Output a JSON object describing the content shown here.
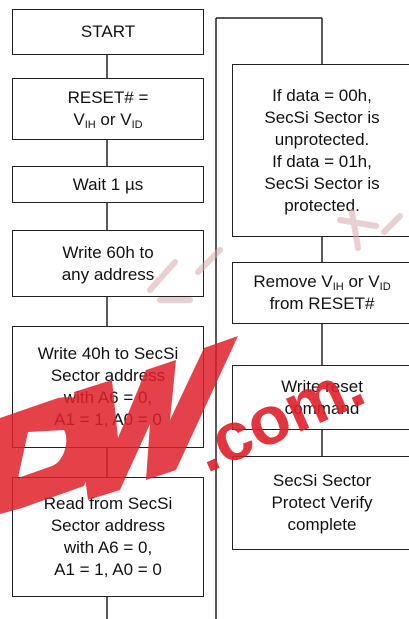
{
  "flowchart": {
    "left_steps": [
      {
        "lines": [
          "START"
        ]
      },
      {
        "lines": [
          "RESET# ="
        ],
        "vline": {
          "a": "V",
          "a_sub": "IH",
          "or": " or ",
          "b": "V",
          "b_sub": "ID"
        }
      },
      {
        "lines": [
          "Wait 1 µs"
        ]
      },
      {
        "lines": [
          "Write 60h to",
          "any address"
        ]
      },
      {
        "lines": [
          "Write 40h to SecSi",
          "Sector address",
          "with A6 = 0,",
          "A1 = 1, A0 = 0"
        ]
      },
      {
        "lines": [
          "Read from SecSi",
          "Sector address",
          "with A6 = 0,",
          "A1 = 1, A0 = 0"
        ]
      }
    ],
    "right_steps": [
      {
        "lines": [
          "If data = 00h,",
          "SecSi Sector is",
          "unprotected.",
          "If data = 01h,",
          "SecSi Sector is",
          "protected."
        ]
      },
      {
        "remove": {
          "prefix": "Remove ",
          "a": "V",
          "a_sub": "IH",
          "or": " or ",
          "b": "V",
          "b_sub": "ID"
        },
        "lines": [
          "from RESET#"
        ]
      },
      {
        "lines": [
          "Write reset",
          "command"
        ]
      },
      {
        "lines": [
          "SecSi Sector",
          "Protect Verify",
          "complete"
        ]
      }
    ]
  },
  "watermark": {
    "text": ".com.",
    "color": "#e0202a",
    "blocks": [
      "D",
      "W"
    ]
  }
}
